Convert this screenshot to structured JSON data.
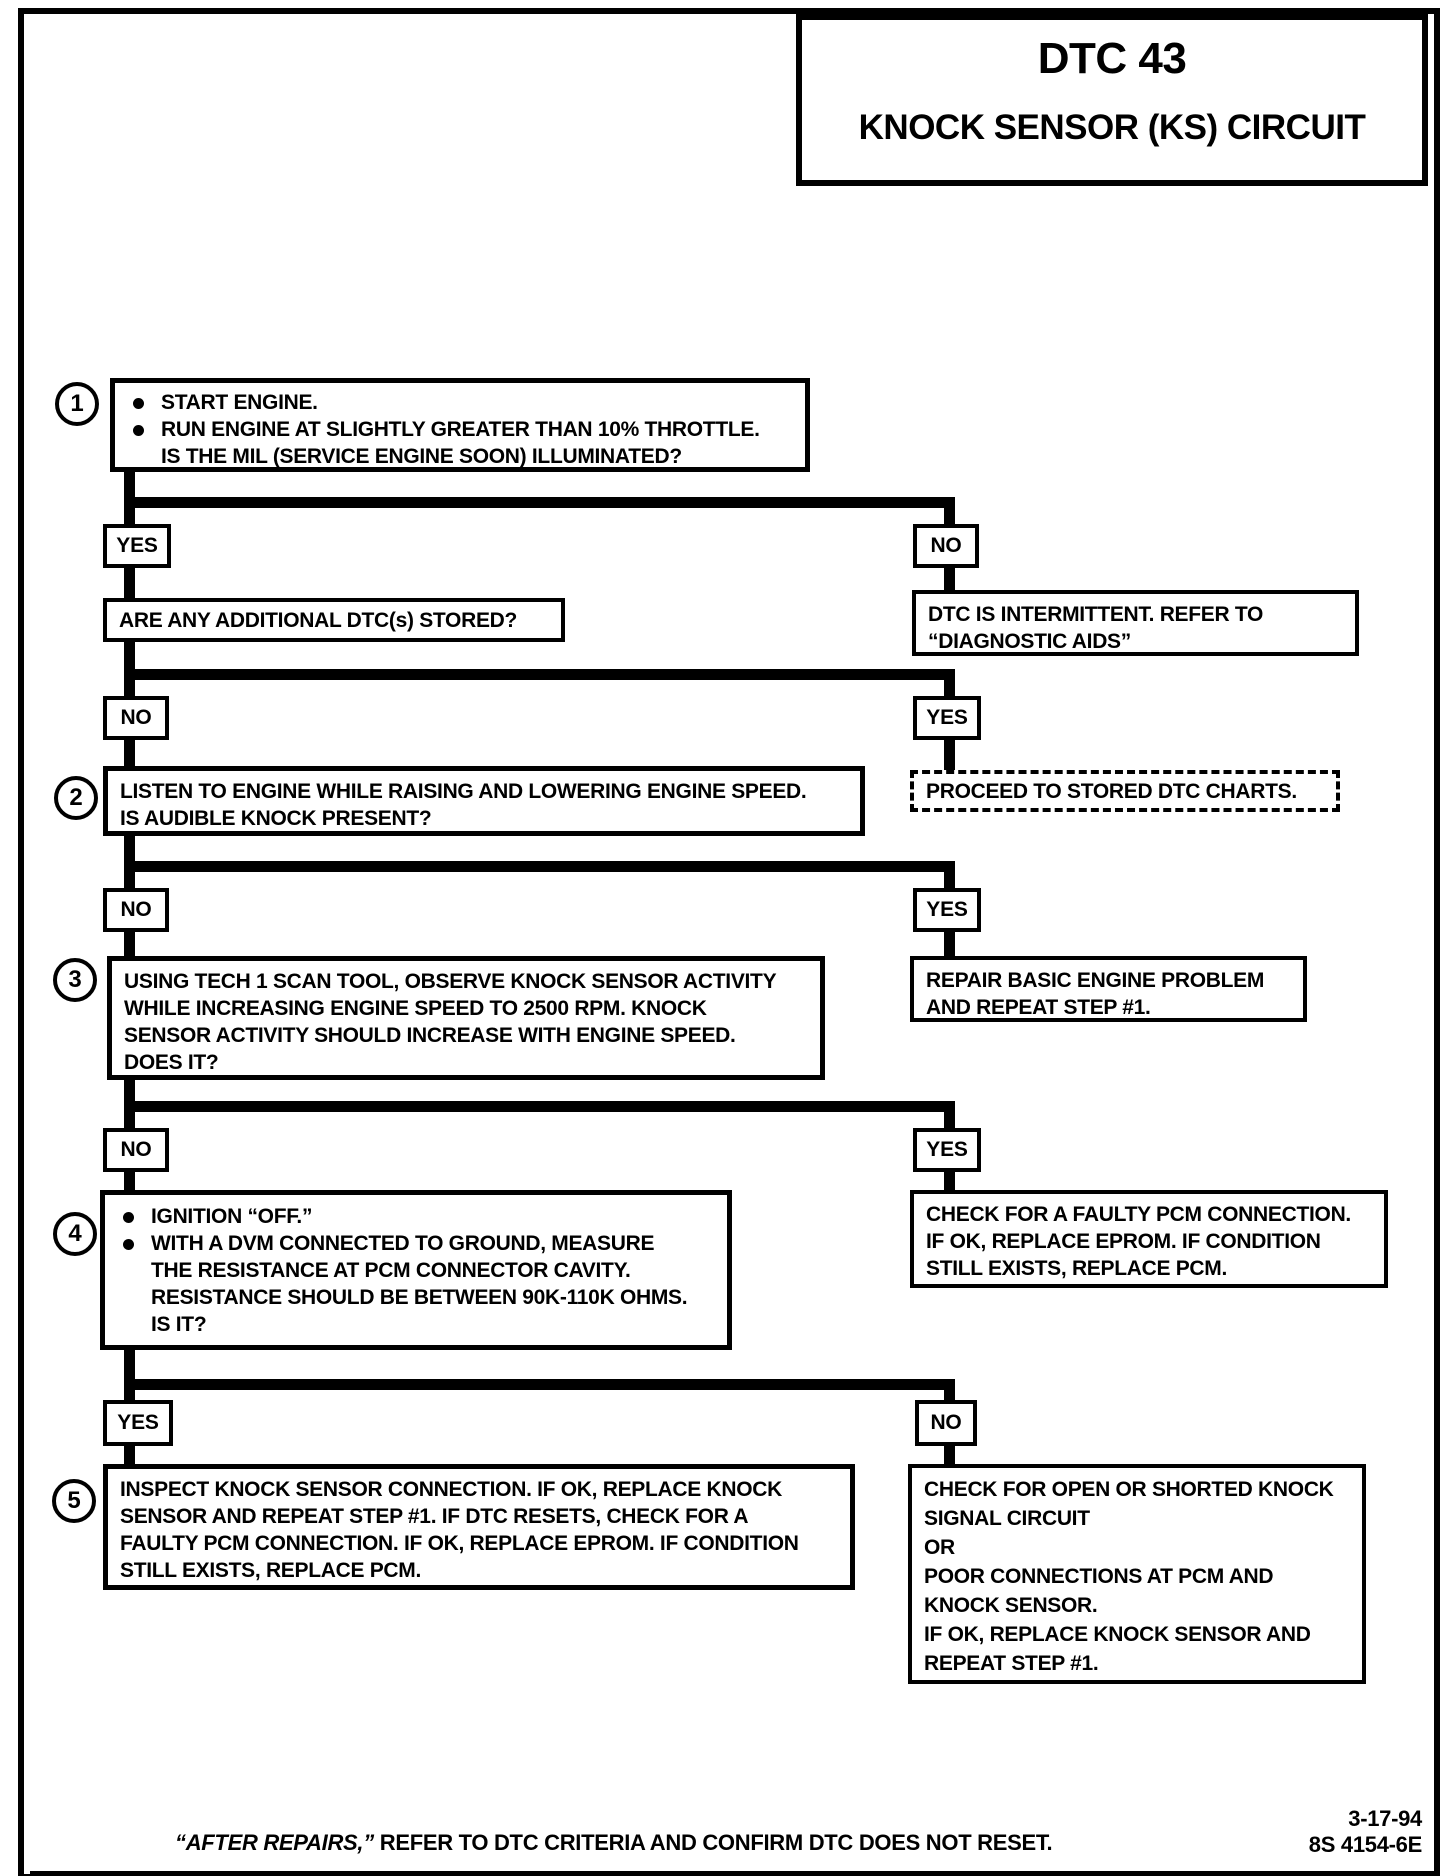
{
  "header": {
    "title": "DTC 43",
    "subtitle": "KNOCK SENSOR (KS) CIRCUIT"
  },
  "flow": {
    "step1": {
      "number": "1",
      "bullet1": "START ENGINE.",
      "bullet2": "RUN ENGINE AT SLIGHTLY GREATER THAN 10% THROTTLE.\nIS THE MIL (SERVICE ENGINE SOON) ILLUMINATED?"
    },
    "branch1": {
      "yes_label": "YES",
      "no_label": "NO",
      "yes_next": "ARE ANY ADDITIONAL DTC(s) STORED?",
      "no_next": "DTC IS INTERMITTENT.  REFER TO\n“DIAGNOSTIC AIDS”"
    },
    "step2": {
      "number": "2",
      "text": "LISTEN TO ENGINE WHILE RAISING AND LOWERING ENGINE SPEED.\nIS AUDIBLE KNOCK PRESENT?"
    },
    "branch2": {
      "no_label": "NO",
      "yes_label": "YES",
      "yes_next": "PROCEED TO STORED DTC CHARTS."
    },
    "step3": {
      "number": "3",
      "text": "USING TECH 1 SCAN TOOL, OBSERVE KNOCK SENSOR ACTIVITY\nWHILE INCREASING ENGINE SPEED TO 2500 RPM.  KNOCK\nSENSOR ACTIVITY SHOULD INCREASE WITH ENGINE SPEED.\nDOES IT?"
    },
    "branch3": {
      "no_label": "NO",
      "yes_label": "YES",
      "yes_next": "REPAIR BASIC ENGINE PROBLEM\nAND REPEAT STEP #1."
    },
    "step4": {
      "number": "4",
      "bullet1": "IGNITION “OFF.”",
      "bullet2": "WITH A DVM CONNECTED TO GROUND, MEASURE\nTHE RESISTANCE AT PCM CONNECTOR CAVITY.\nRESISTANCE SHOULD BE BETWEEN 90K-110K OHMS.\nIS IT?"
    },
    "branch4": {
      "no_label": "NO",
      "yes_label": "YES",
      "yes_next": "CHECK FOR A FAULTY PCM CONNECTION.\nIF OK, REPLACE EPROM.  IF CONDITION\nSTILL EXISTS, REPLACE PCM."
    },
    "step5": {
      "number": "5",
      "text": "INSPECT KNOCK SENSOR CONNECTION.  IF OK, REPLACE KNOCK\nSENSOR AND REPEAT STEP #1.  IF DTC RESETS, CHECK FOR A\nFAULTY PCM CONNECTION.  IF OK, REPLACE EPROM.  IF CONDITION\nSTILL EXISTS, REPLACE PCM."
    },
    "branch5": {
      "yes_label": "YES",
      "no_label": "NO",
      "no_next": "CHECK FOR OPEN OR SHORTED KNOCK\nSIGNAL CIRCUIT\nOR\nPOOR CONNECTIONS AT PCM AND\nKNOCK SENSOR.\nIF OK, REPLACE KNOCK SENSOR AND\nREPEAT STEP #1."
    }
  },
  "footer": {
    "note_italic": "“AFTER REPAIRS,”",
    "note_rest": " REFER TO DTC CRITERIA AND CONFIRM DTC DOES NOT RESET.",
    "date": "3-17-94",
    "doc_number": "8S 4154-6E"
  }
}
